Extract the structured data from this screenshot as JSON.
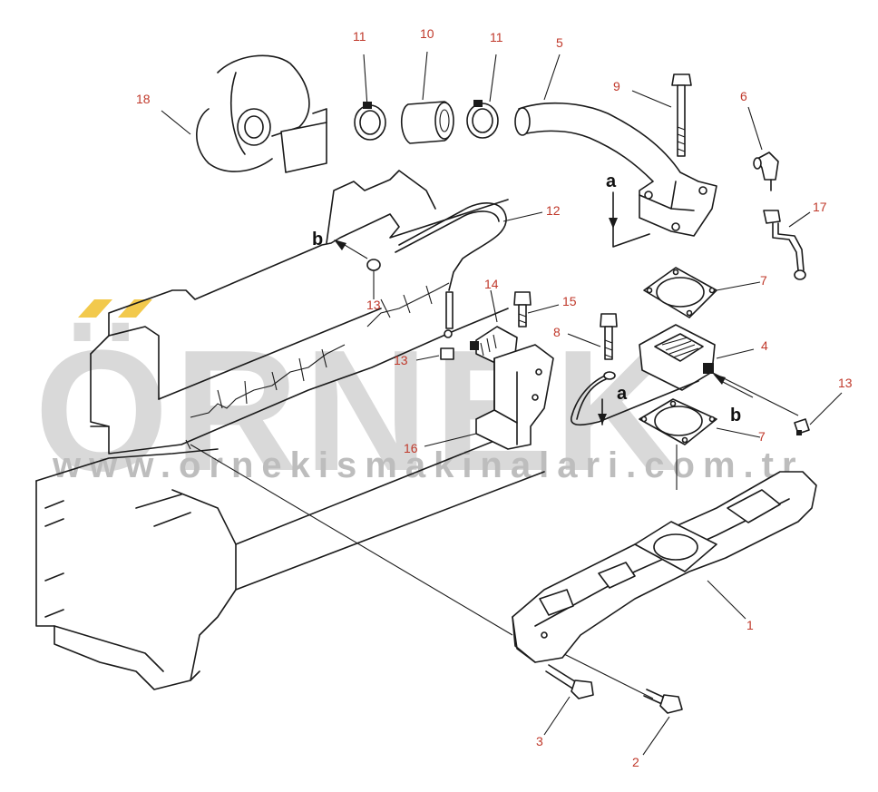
{
  "watermark": {
    "brand": "ÖRNEK",
    "url": "www.ornekismakinalari.com.tr",
    "accent_color": "#f2c94c",
    "text_color": "#d9d9d9"
  },
  "callouts": {
    "p1": "1",
    "p2": "2",
    "p3": "3",
    "p4": "4",
    "p5": "5",
    "p6": "6",
    "p7a": "7",
    "p7b": "7",
    "p8": "8",
    "p9": "9",
    "p10": "10",
    "p11a": "11",
    "p11b": "11",
    "p12": "12",
    "p13a": "13",
    "p13b": "13",
    "p13c": "13",
    "p14": "14",
    "p15": "15",
    "p16": "16",
    "p17": "17",
    "p18": "18"
  },
  "flow_labels": {
    "a1": "a",
    "a2": "a",
    "b1": "b",
    "b2": "b"
  },
  "colors": {
    "callout": "#c0392b",
    "line": "#1a1a1a"
  }
}
